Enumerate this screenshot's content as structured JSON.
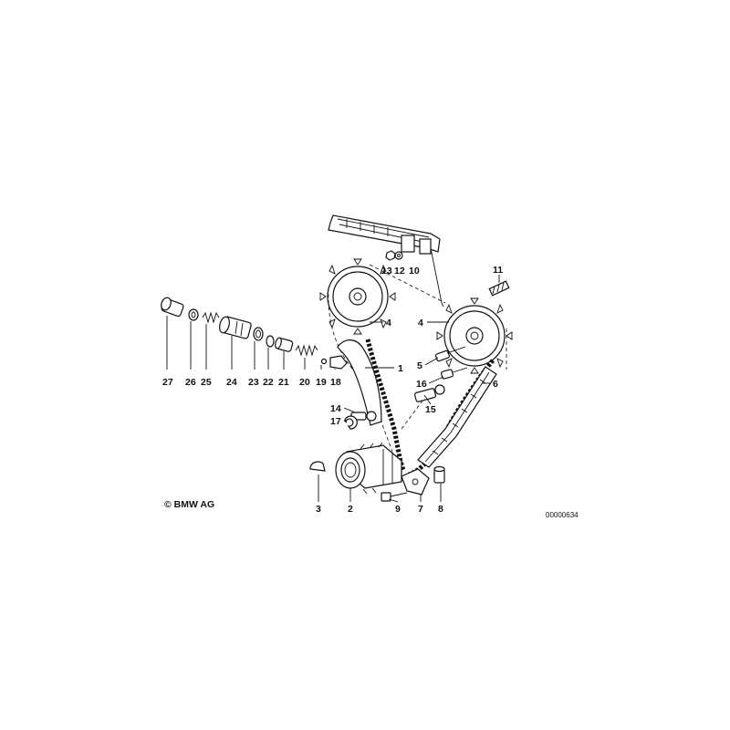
{
  "copyright": "© BMW AG",
  "drawing_number": "00000634",
  "labels": {
    "p1": "1",
    "p2": "2",
    "p3": "3",
    "p4a": "4",
    "p4b": "4",
    "p5": "5",
    "p6": "6",
    "p7": "7",
    "p8": "8",
    "p9": "9",
    "p10": "10",
    "p11": "11",
    "p12": "12",
    "p13": "13",
    "p14": "14",
    "p15": "15",
    "p16": "16",
    "p17": "17",
    "p18": "18",
    "p19": "19",
    "p20": "20",
    "p21": "21",
    "p22": "22",
    "p23": "23",
    "p24": "24",
    "p25": "25",
    "p26": "26",
    "p27": "27"
  }
}
